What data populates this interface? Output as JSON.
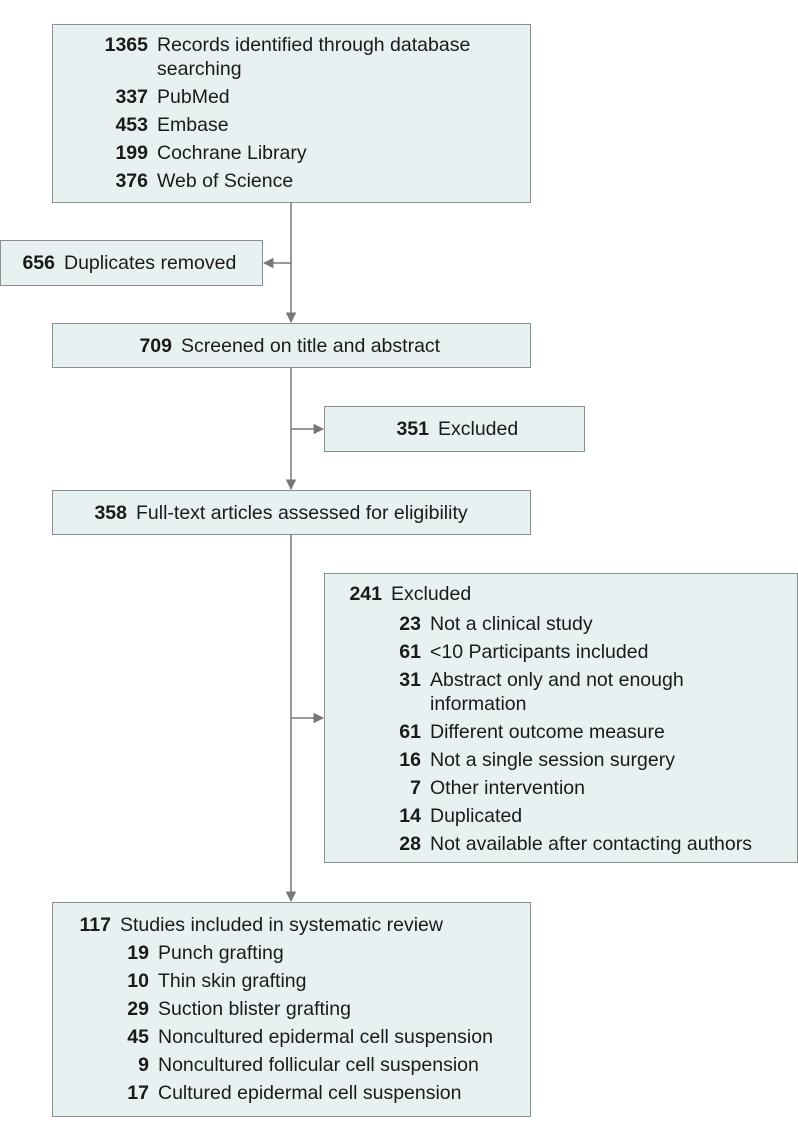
{
  "records": {
    "total": {
      "count": "1365",
      "label": "Records identified through database searching"
    },
    "sources": [
      {
        "count": "337",
        "label": "PubMed"
      },
      {
        "count": "453",
        "label": "Embase"
      },
      {
        "count": "199",
        "label": "Cochrane Library"
      },
      {
        "count": "376",
        "label": "Web of Science"
      }
    ]
  },
  "duplicates": {
    "count": "656",
    "label": "Duplicates removed"
  },
  "screened": {
    "count": "709",
    "label": "Screened on title and abstract"
  },
  "excluded_screen": {
    "count": "351",
    "label": "Excluded"
  },
  "fulltext": {
    "count": "358",
    "label": "Full-text articles assessed for eligibility"
  },
  "excluded_fulltext": {
    "total": {
      "count": "241",
      "label": "Excluded"
    },
    "reasons": [
      {
        "count": "23",
        "label": "Not a clinical study"
      },
      {
        "count": "61",
        "label": "<10 Participants included"
      },
      {
        "count": "31",
        "label": "Abstract only and not enough information"
      },
      {
        "count": "61",
        "label": "Different outcome measure"
      },
      {
        "count": "16",
        "label": "Not a single session surgery"
      },
      {
        "count": "7",
        "label": "Other intervention"
      },
      {
        "count": "14",
        "label": "Duplicated"
      },
      {
        "count": "28",
        "label": "Not available after contacting authors"
      }
    ]
  },
  "included": {
    "total": {
      "count": "117",
      "label": "Studies included in systematic review"
    },
    "categories": [
      {
        "count": "19",
        "label": "Punch grafting"
      },
      {
        "count": "10",
        "label": "Thin skin grafting"
      },
      {
        "count": "29",
        "label": "Suction blister grafting"
      },
      {
        "count": "45",
        "label": "Noncultured epidermal cell suspension"
      },
      {
        "count": "9",
        "label": "Noncultured follicular cell suspension"
      },
      {
        "count": "17",
        "label": "Cultured epidermal cell suspension"
      }
    ]
  },
  "colors": {
    "box_fill": "#e8f1f1",
    "box_border": "#8a8f90",
    "arrow": "#777777"
  }
}
